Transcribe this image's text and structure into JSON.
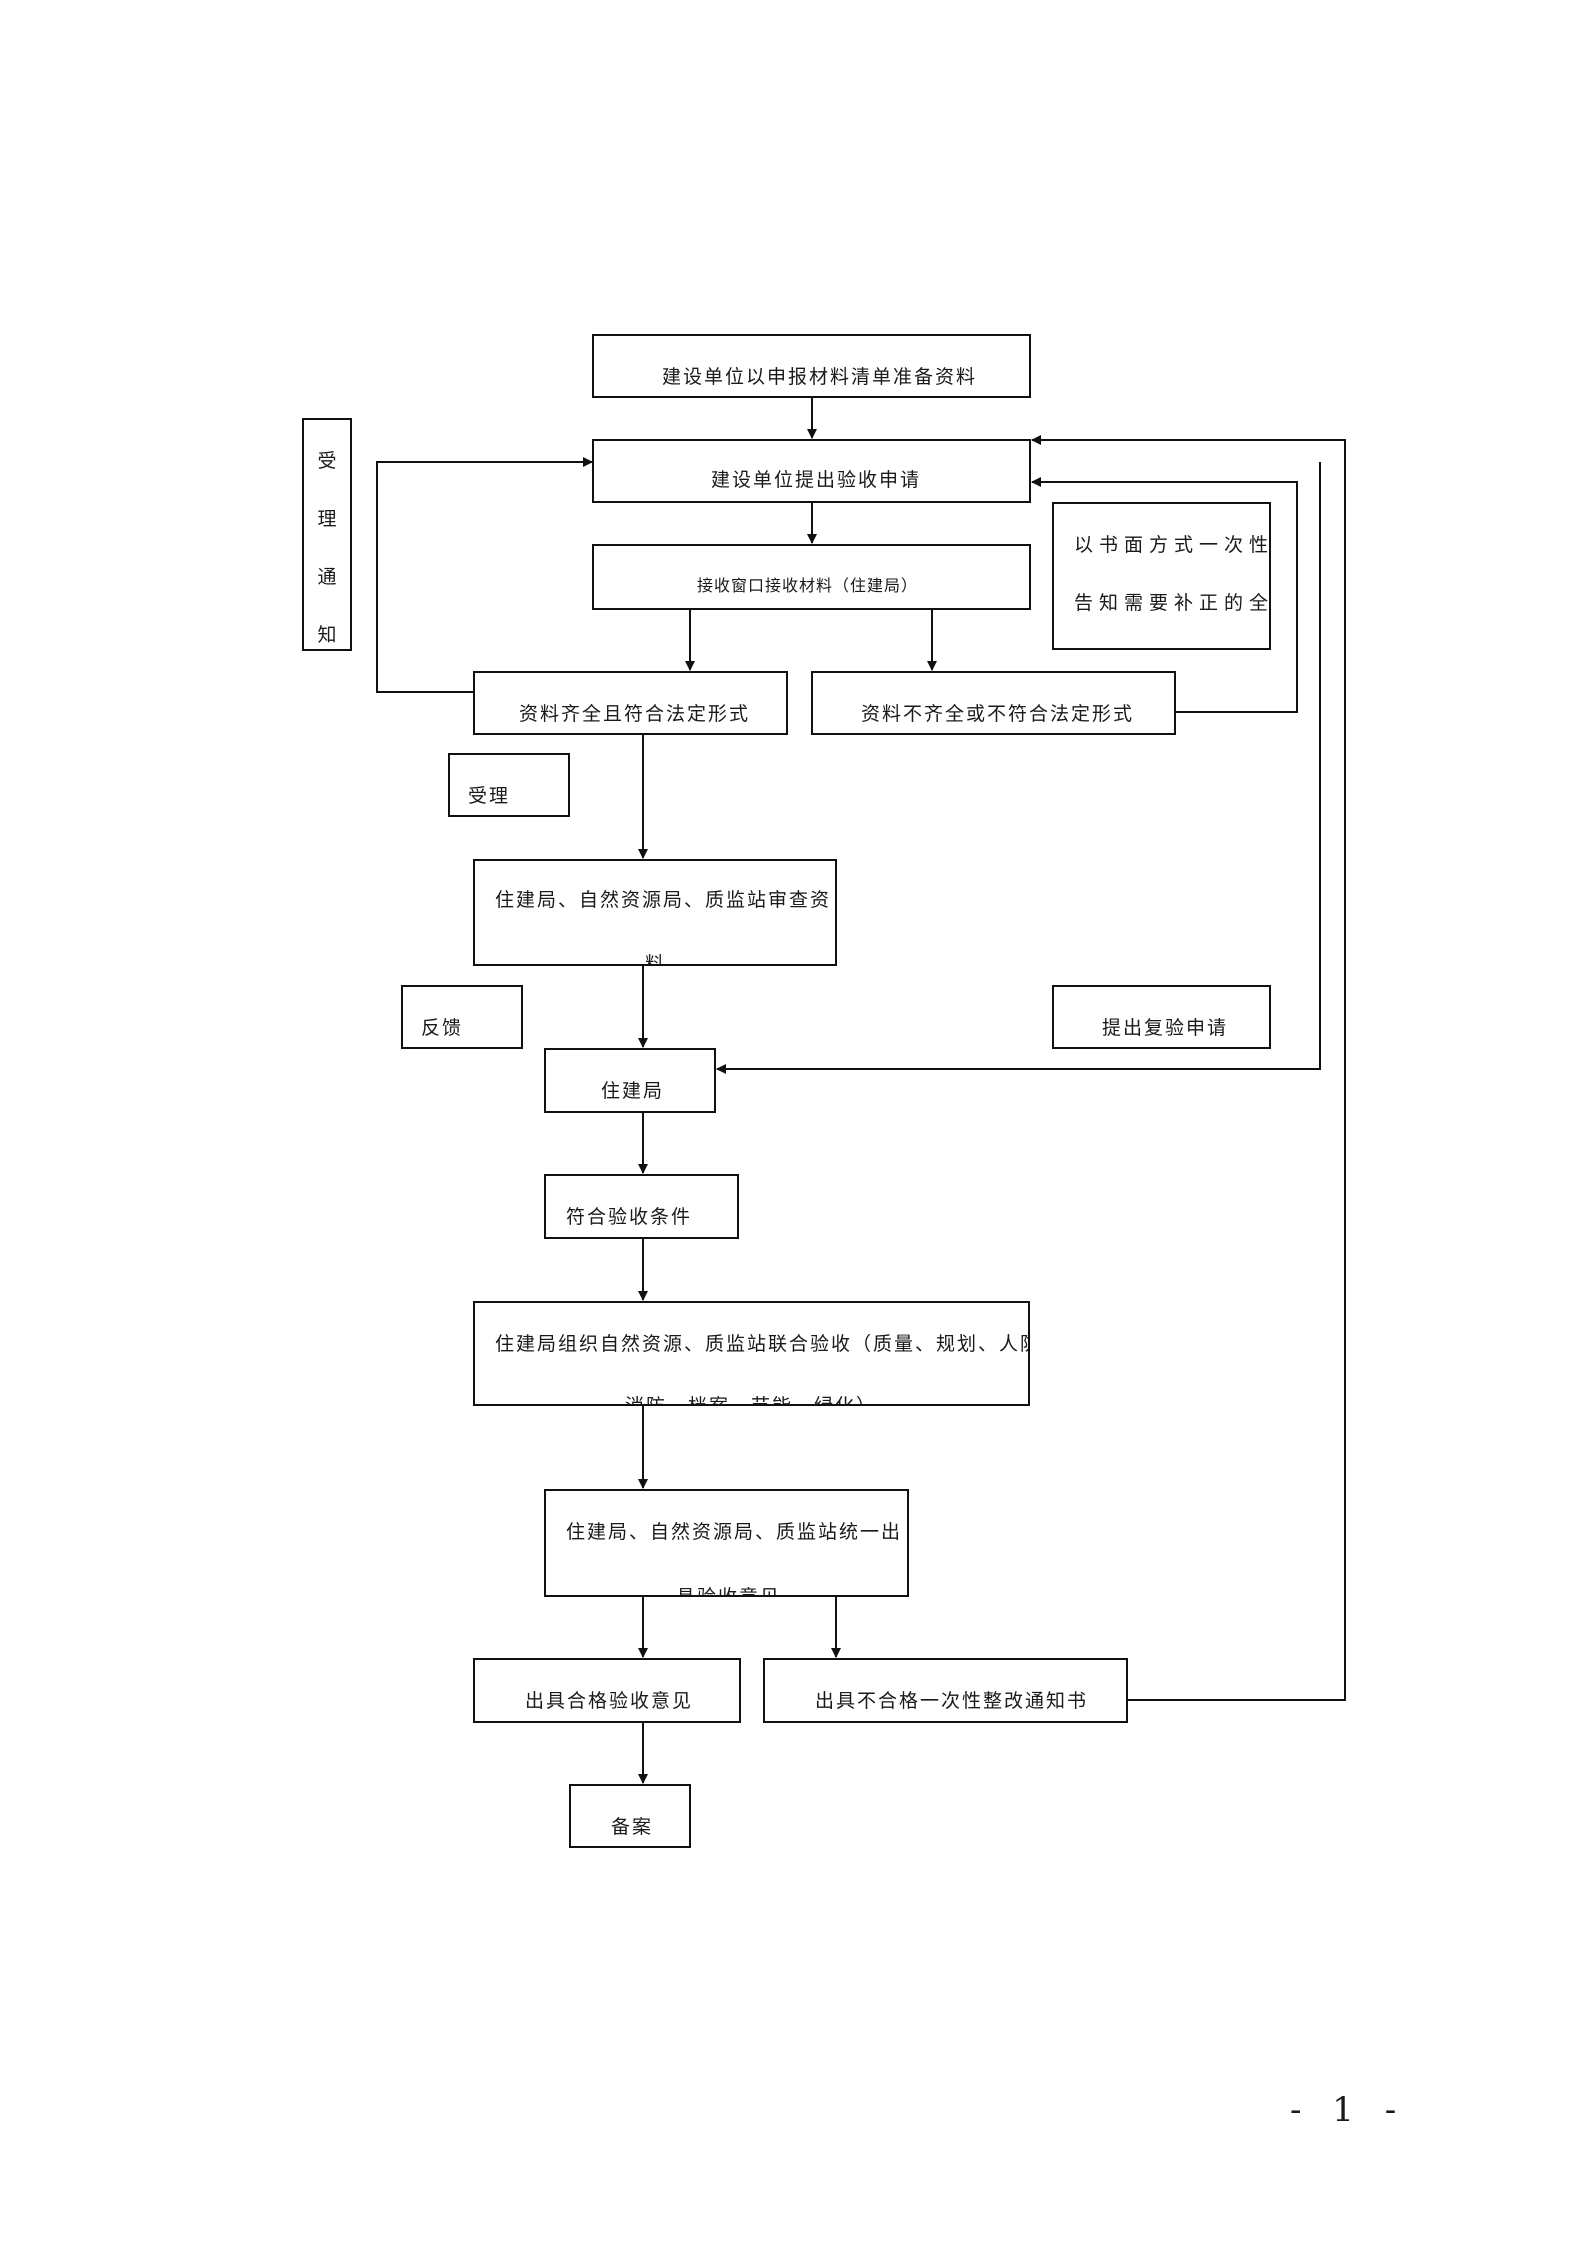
{
  "nodes": {
    "prepare": "建设单位以申报材料清单准备资料",
    "apply": "建设单位提出验收申请",
    "receive": "接收窗口接收材料（住建局）",
    "notice_line1": "以书面方式一次性",
    "notice_line2": "告知需要补正的全",
    "complete": "资料齐全且符合法定形式",
    "incomplete": "资料不齐全或不符合法定形式",
    "accept_label": "受理",
    "review_line1": "住建局、自然资源局、质监站审查资",
    "review_line2": "料",
    "feedback_label": "反馈",
    "reinspect": "提出复验申请",
    "housing_bureau": "住建局",
    "conditions_met": "符合验收条件",
    "joint_line1": "住建局组织自然资源、质监站联合验收（质量、规划、人防、",
    "joint_line2": "消防、档案、节能、绿化）",
    "unified_line1": "住建局、自然资源局、质监站统一出",
    "unified_line2": "具验收意见",
    "pass": "出具合格验收意见",
    "fail": "出具不合格一次性整改通知书",
    "filing": "备案"
  },
  "side_notice_chars": [
    "受",
    "理",
    "通",
    "知"
  ],
  "page_number": "- 1 -"
}
